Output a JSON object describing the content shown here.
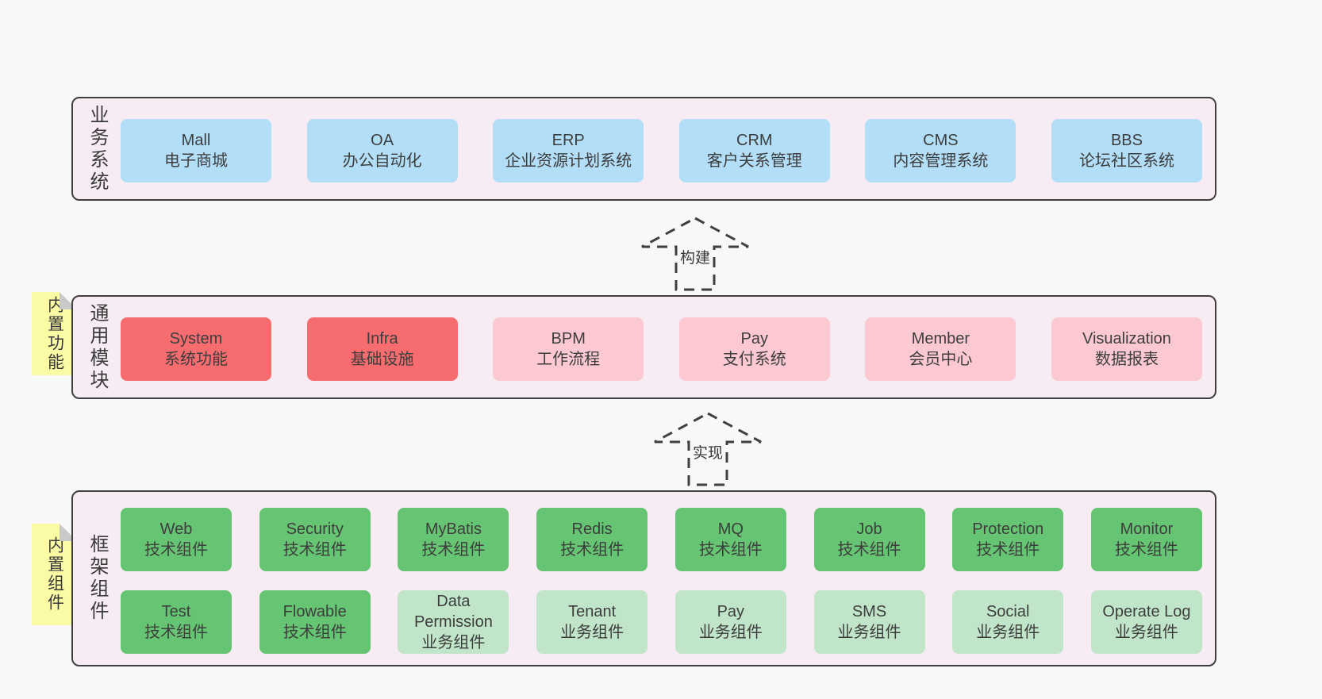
{
  "diagram_title": "",
  "colors": {
    "page_bg": "#f8f8f8",
    "layer_bg": "#f8ecf4",
    "layer_border": "#3f3f3f",
    "blue_box": "#b3def7",
    "red_box": "#f76d6f",
    "pink_box": "#fcc9d3",
    "green_box": "#66c573",
    "lightgreen_box": "#c1e5c9",
    "sticky_note": "#fbfba6",
    "note_fold": "#c9c9c9",
    "text": "#3d3d3d"
  },
  "layers": {
    "business": {
      "label": "业务系统",
      "items": [
        {
          "name": "Mall",
          "desc": "电子商城"
        },
        {
          "name": "OA",
          "desc": "办公自动化"
        },
        {
          "name": "ERP",
          "desc": "企业资源计划系统"
        },
        {
          "name": "CRM",
          "desc": "客户关系管理"
        },
        {
          "name": "CMS",
          "desc": "内容管理系统"
        },
        {
          "name": "BBS",
          "desc": "论坛社区系统"
        }
      ]
    },
    "modules": {
      "label": "通用模块",
      "note": "内置功能",
      "items": [
        {
          "name": "System",
          "desc": "系统功能",
          "variant": "red"
        },
        {
          "name": "Infra",
          "desc": "基础设施",
          "variant": "red"
        },
        {
          "name": "BPM",
          "desc": "工作流程",
          "variant": "pink"
        },
        {
          "name": "Pay",
          "desc": "支付系统",
          "variant": "pink"
        },
        {
          "name": "Member",
          "desc": "会员中心",
          "variant": "pink"
        },
        {
          "name": "Visualization",
          "desc": "数据报表",
          "variant": "pink"
        }
      ]
    },
    "framework": {
      "label": "框架组件",
      "note": "内置组件",
      "row1": [
        {
          "name": "Web",
          "desc": "技术组件",
          "variant": "green"
        },
        {
          "name": "Security",
          "desc": "技术组件",
          "variant": "green"
        },
        {
          "name": "MyBatis",
          "desc": "技术组件",
          "variant": "green"
        },
        {
          "name": "Redis",
          "desc": "技术组件",
          "variant": "green"
        },
        {
          "name": "MQ",
          "desc": "技术组件",
          "variant": "green"
        },
        {
          "name": "Job",
          "desc": "技术组件",
          "variant": "green"
        },
        {
          "name": "Protection",
          "desc": "技术组件",
          "variant": "green"
        },
        {
          "name": "Monitor",
          "desc": "技术组件",
          "variant": "green"
        }
      ],
      "row2": [
        {
          "name": "Test",
          "desc": "技术组件",
          "variant": "green"
        },
        {
          "name": "Flowable",
          "desc": "技术组件",
          "variant": "green"
        },
        {
          "name": "Data Permission",
          "desc": "业务组件",
          "variant": "lightgreen"
        },
        {
          "name": "Tenant",
          "desc": "业务组件",
          "variant": "lightgreen"
        },
        {
          "name": "Pay",
          "desc": "业务组件",
          "variant": "lightgreen"
        },
        {
          "name": "SMS",
          "desc": "业务组件",
          "variant": "lightgreen"
        },
        {
          "name": "Social",
          "desc": "业务组件",
          "variant": "lightgreen"
        },
        {
          "name": "Operate Log",
          "desc": "业务组件",
          "variant": "lightgreen"
        }
      ]
    },
    "arrows": [
      {
        "label": "构建"
      },
      {
        "label": "实现"
      }
    ]
  }
}
